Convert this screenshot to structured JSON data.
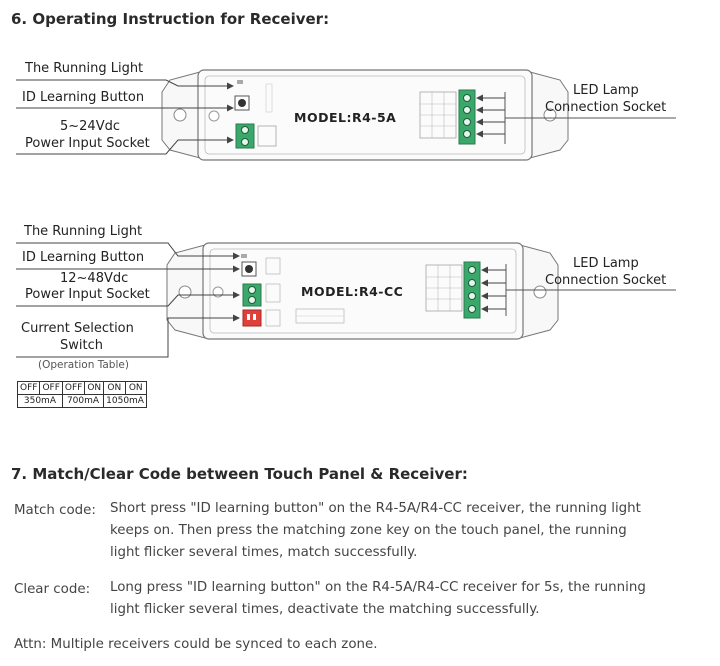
{
  "section6": {
    "title": "6. Operating Instruction for Receiver:",
    "r45a": {
      "running_light": "The Running Light",
      "id_button": "ID Learning Button",
      "voltage": "5~24Vdc",
      "power_socket": "Power Input Socket",
      "model": "MODEL:R4-5A",
      "led_line1": "LED Lamp",
      "led_line2": "Connection Socket"
    },
    "r4cc": {
      "running_light": "The Running Light",
      "id_button": "ID Learning Button",
      "voltage": "12~48Vdc",
      "power_socket": "Power Input Socket",
      "current_line1": "Current Selection",
      "current_line2": "Switch",
      "operation_table": "(Operation Table)",
      "model": "MODEL:R4-CC",
      "led_line1": "LED Lamp",
      "led_line2": "Connection Socket"
    },
    "table": {
      "switches": [
        "OFF",
        "OFF",
        "OFF",
        "ON",
        "ON",
        "ON"
      ],
      "currents": [
        "350mA",
        "700mA",
        "1050mA"
      ]
    }
  },
  "section7": {
    "title": "7. Match/Clear Code between Touch Panel & Receiver:",
    "match_label": "Match code:",
    "match_lines": [
      "Short press \"ID learning button\" on the R4-5A/R4-CC receiver, the running light",
      "keeps on. Then press the matching zone key on the touch panel, the running",
      "light flicker several times, match successfully."
    ],
    "clear_label": "Clear code:",
    "clear_lines": [
      "Long press \"ID learning button\" on the R4-5A/R4-CC receiver for 5s, the running",
      "light flicker several times, deactivate the matching successfully."
    ],
    "attn": "Attn: Multiple receivers could be synced to each zone."
  },
  "colors": {
    "terminal_green": "#3aa86b",
    "switch_red": "#e0403a",
    "line": "#555555",
    "device_fill": "#fbfbfb"
  }
}
